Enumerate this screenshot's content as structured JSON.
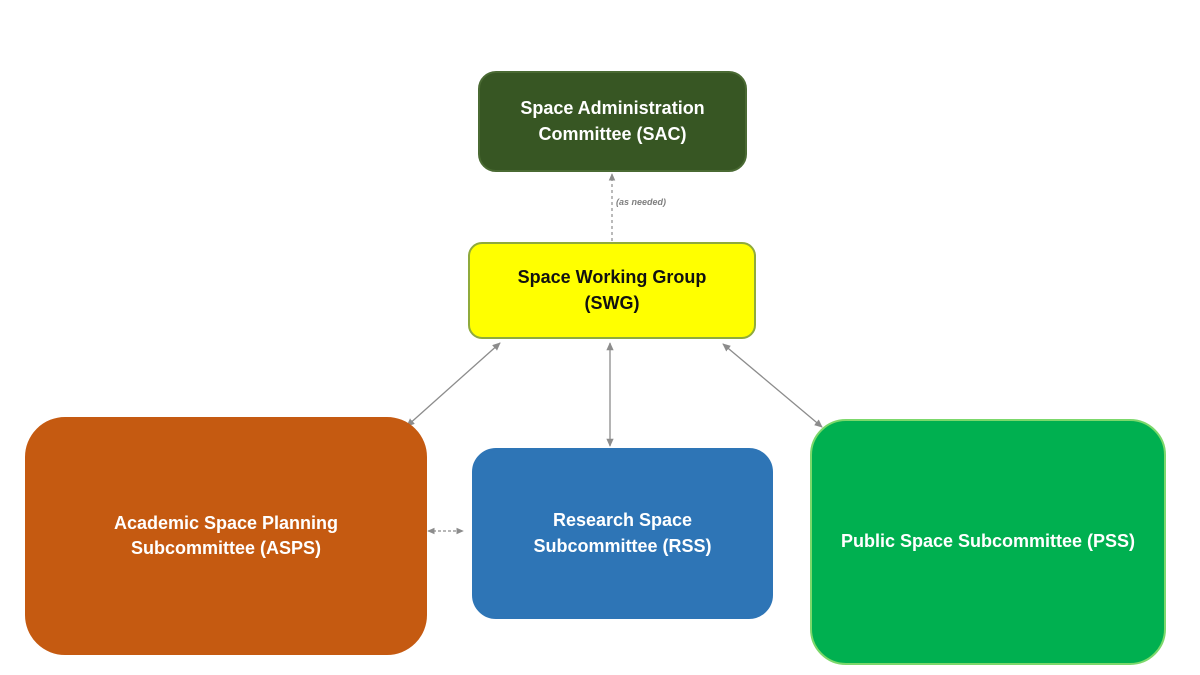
{
  "diagram": {
    "nodes": {
      "sac": {
        "label": "Space Administration\nCommittee (SAC)",
        "color": "#375623"
      },
      "swg": {
        "label": "Space Working Group\n(SWG)",
        "color": "#ffff00"
      },
      "asps": {
        "label": "Academic Space Planning\nSubcommittee (ASPS)",
        "color": "#c55a11"
      },
      "rss": {
        "label": "Research Space\nSubcommittee (RSS)",
        "color": "#2e75b6"
      },
      "pss": {
        "label": "Public Space Subcommittee (PSS)",
        "color": "#00b050"
      }
    },
    "edges": [
      {
        "from": "swg",
        "to": "sac",
        "style": "dashed",
        "direction": "to-target",
        "note": "(as needed)"
      },
      {
        "from": "swg",
        "to": "asps",
        "style": "solid",
        "direction": "both"
      },
      {
        "from": "swg",
        "to": "rss",
        "style": "solid",
        "direction": "both"
      },
      {
        "from": "swg",
        "to": "pss",
        "style": "solid",
        "direction": "both"
      },
      {
        "from": "asps",
        "to": "rss",
        "style": "dashed",
        "direction": "both"
      }
    ]
  }
}
